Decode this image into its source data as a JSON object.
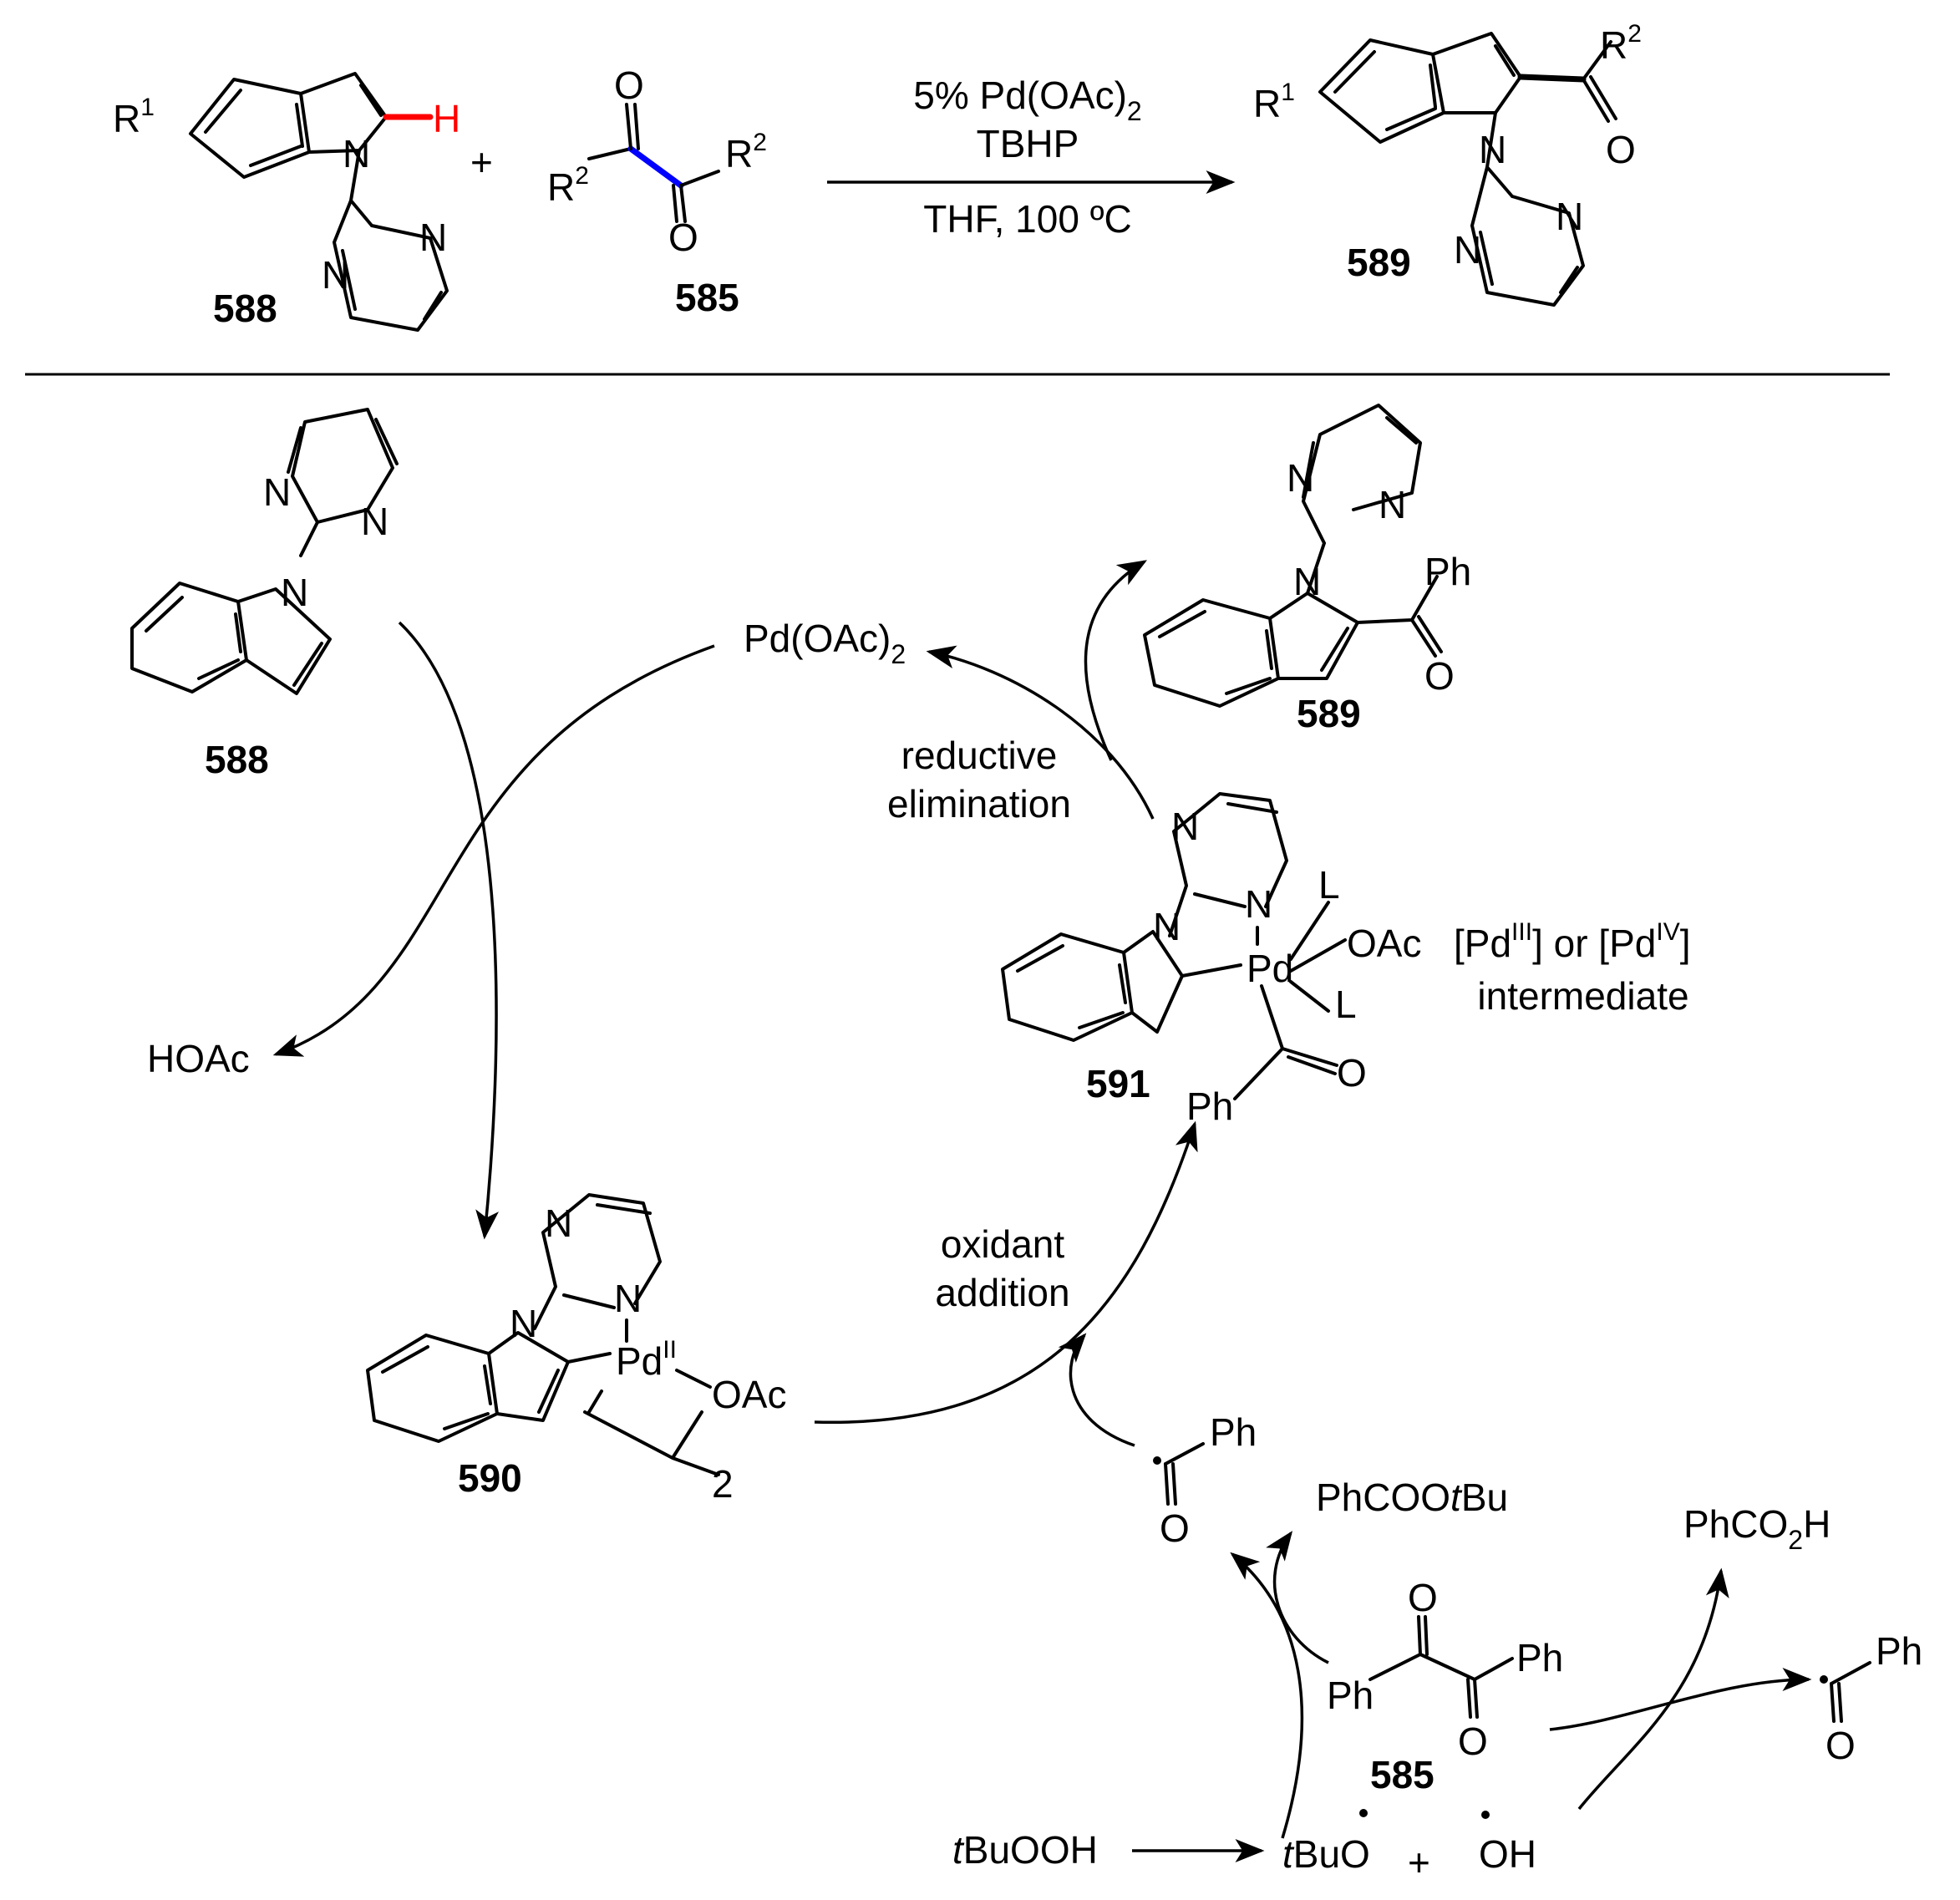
{
  "reaction": {
    "conditions_line1": "5% Pd(OAc)",
    "conditions_line1_sub": "2",
    "conditions_line2": "TBHP",
    "conditions_line3": "THF, 100 ºC",
    "plus": "+",
    "atoms": {
      "H": "H",
      "N": "N",
      "O": "O",
      "R": "R",
      "one": "1",
      "two": "2"
    },
    "compounds": {
      "c588": "588",
      "c585": "585",
      "c589": "589"
    },
    "colors": {
      "ch_bond": "#ff0000",
      "cc_bond": "#0000ff"
    }
  },
  "cycle": {
    "pd_oac2": "Pd(OAc)",
    "pd_oac2_sub": "2",
    "hoac": "HOAc",
    "reductive_1": "reductive",
    "reductive_2": "elimination",
    "oxidant_1": "oxidant",
    "oxidant_2": "addition",
    "pd_label": "Pd",
    "pd_ii": "II",
    "oac": "OAc",
    "ligand": "L",
    "ph": "Ph",
    "dimer_n": "2",
    "pd_state_a": "[Pd",
    "pd_state_iii": "III",
    "pd_state_b": "] or [Pd",
    "pd_state_iv": "IV",
    "pd_state_c": "]",
    "intermediate": "intermediate",
    "compounds": {
      "c588": "588",
      "c589": "589",
      "c590": "590",
      "c591": "591",
      "c585": "585"
    },
    "tbuooh_t": "t",
    "tbuooh_rest": "BuOOH",
    "tbuo_t": "t",
    "tbuo_rest": "BuO",
    "oh": "OH",
    "phcootbu_a": "PhCOO",
    "phcootbu_t": "t",
    "phcootbu_b": "Bu",
    "phco2h_a": "PhCO",
    "phco2h_sub": "2",
    "phco2h_b": "H"
  }
}
